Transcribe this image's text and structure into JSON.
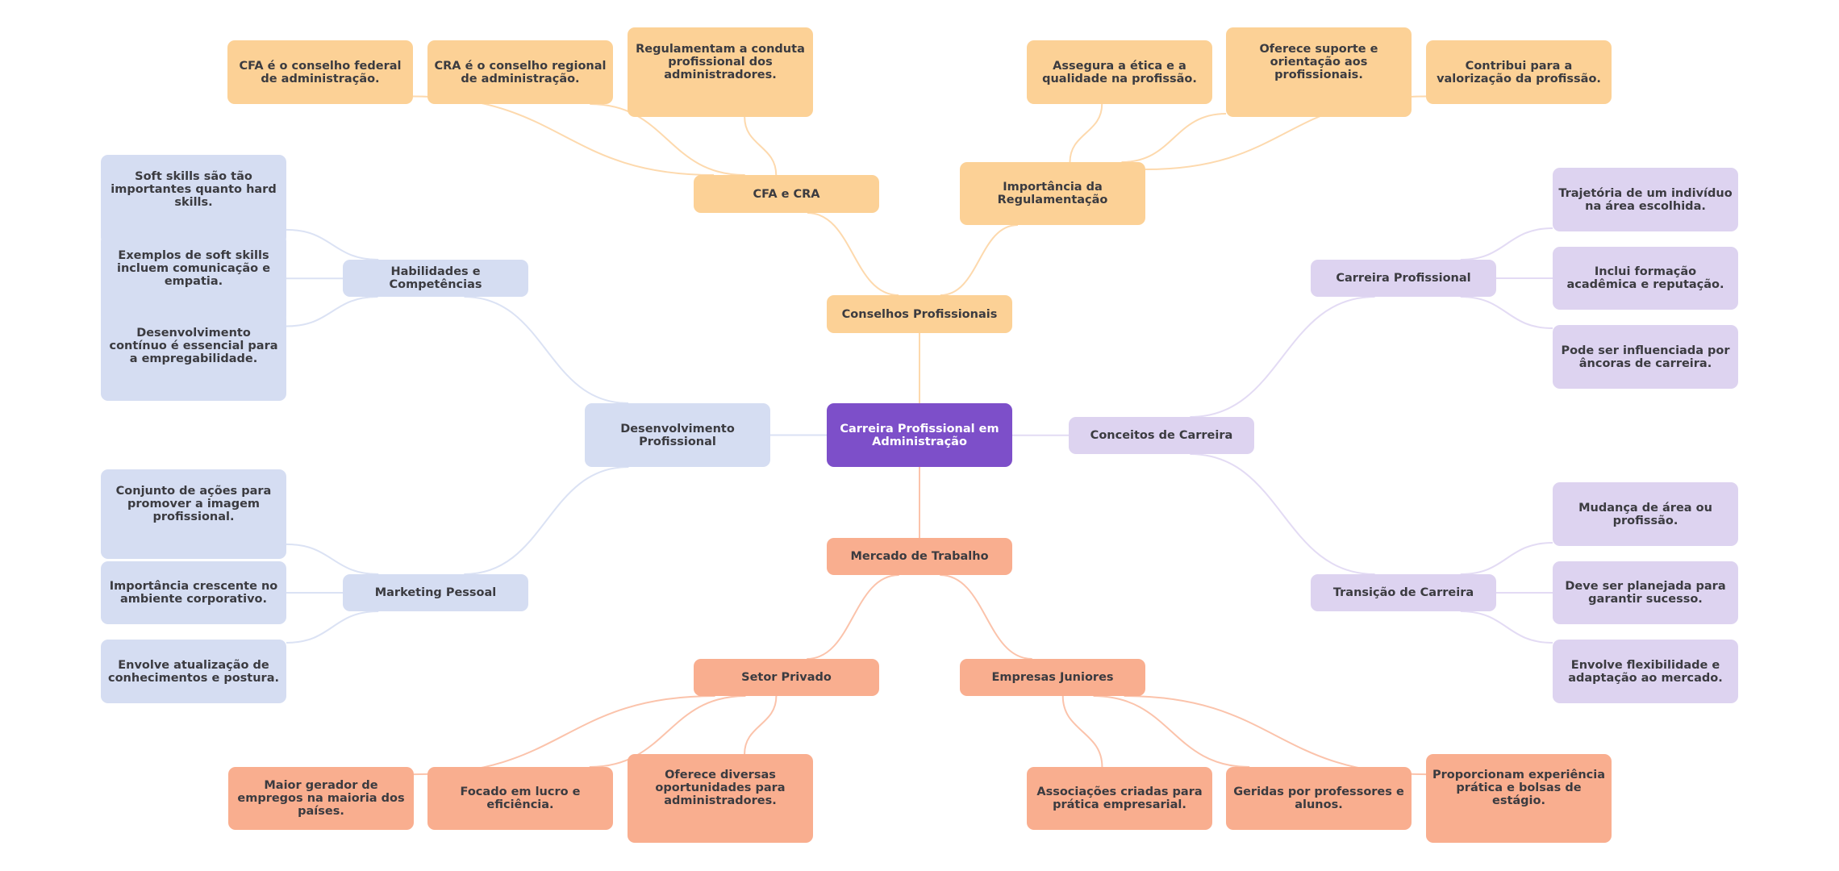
{
  "title": "Carreira Profissional em Administração",
  "colors": {
    "root": "#7d4fc9",
    "conselhos": "#fcd196",
    "conselhos_edge": "#fdd9ad",
    "desenvolvimento": "#d5ddf2",
    "desenvolvimento_edge": "#dbe2f4",
    "conceitos": "#ddd3f0",
    "conceitos_edge": "#e3dbf4",
    "mercado": "#f9ae8f",
    "mercado_edge": "#fbc3ab"
  },
  "root": {
    "id": "root",
    "label": "Carreira Profissional em Administração"
  },
  "branches": [
    {
      "id": "conselhos",
      "label": "Conselhos Profissionais",
      "children": [
        {
          "id": "cfa-cra",
          "label": "CFA e CRA",
          "children": [
            {
              "id": "cfa-leaf",
              "label": "CFA é o conselho federal de administração."
            },
            {
              "id": "cra-leaf",
              "label": "CRA é o conselho regional de administração."
            },
            {
              "id": "regulamentam-leaf",
              "label": "Regulamentam a conduta profissional dos administradores."
            }
          ]
        },
        {
          "id": "importancia-reg",
          "label": "Importância da Regulamentação",
          "children": [
            {
              "id": "assegura-leaf",
              "label": "Assegura a ética e a qualidade na profissão."
            },
            {
              "id": "oferece-suporte-leaf",
              "label": "Oferece suporte e orientação aos profissionais."
            },
            {
              "id": "contribui-leaf",
              "label": "Contribui para a valorização da profissão."
            }
          ]
        }
      ]
    },
    {
      "id": "desenvolvimento",
      "label": "Desenvolvimento Profissional",
      "children": [
        {
          "id": "habilidades",
          "label": "Habilidades e Competências",
          "children": [
            {
              "id": "soft-skills-leaf",
              "label": "Soft skills são tão importantes quanto hard skills."
            },
            {
              "id": "exemplos-leaf",
              "label": "Exemplos de soft skills incluem comunicação e empatia."
            },
            {
              "id": "continuo-leaf",
              "label": "Desenvolvimento contínuo é essencial para a empregabilidade."
            }
          ]
        },
        {
          "id": "marketing",
          "label": "Marketing Pessoal",
          "children": [
            {
              "id": "conjunto-leaf",
              "label": "Conjunto de ações para promover a imagem profissional."
            },
            {
              "id": "crescente-leaf",
              "label": "Importância crescente no ambiente corporativo."
            },
            {
              "id": "atualizacao-leaf",
              "label": "Envolve atualização de conhecimentos e postura."
            }
          ]
        }
      ]
    },
    {
      "id": "conceitos",
      "label": "Conceitos de Carreira",
      "children": [
        {
          "id": "carreira-prof",
          "label": "Carreira Profissional",
          "children": [
            {
              "id": "trajetoria-leaf",
              "label": "Trajetória de um indivíduo na área escolhida."
            },
            {
              "id": "formacao-leaf",
              "label": "Inclui formação acadêmica e reputação."
            },
            {
              "id": "ancoras-leaf",
              "label": "Pode ser influenciada por âncoras de carreira."
            }
          ]
        },
        {
          "id": "transicao",
          "label": "Transição de Carreira",
          "children": [
            {
              "id": "mudanca-leaf",
              "label": "Mudança de área ou profissão."
            },
            {
              "id": "planejada-leaf",
              "label": "Deve ser planejada para garantir sucesso."
            },
            {
              "id": "flexibilidade-leaf",
              "label": "Envolve flexibilidade e adaptação ao mercado."
            }
          ]
        }
      ]
    },
    {
      "id": "mercado",
      "label": "Mercado de Trabalho",
      "children": [
        {
          "id": "setor-privado",
          "label": "Setor Privado",
          "children": [
            {
              "id": "maior-gerador-leaf",
              "label": "Maior gerador de empregos na maioria dos países."
            },
            {
              "id": "focado-leaf",
              "label": "Focado em lucro e eficiência."
            },
            {
              "id": "oportunidades-leaf",
              "label": "Oferece diversas oportunidades para administradores."
            }
          ]
        },
        {
          "id": "empresas-juniores",
          "label": "Empresas Juniores",
          "children": [
            {
              "id": "associacoes-leaf",
              "label": "Associações criadas para prática empresarial."
            },
            {
              "id": "geridas-leaf",
              "label": "Geridas por professores e alunos."
            },
            {
              "id": "proporcionam-leaf",
              "label": "Proporcionam experiência prática e bolsas de estágio."
            }
          ]
        }
      ]
    }
  ]
}
